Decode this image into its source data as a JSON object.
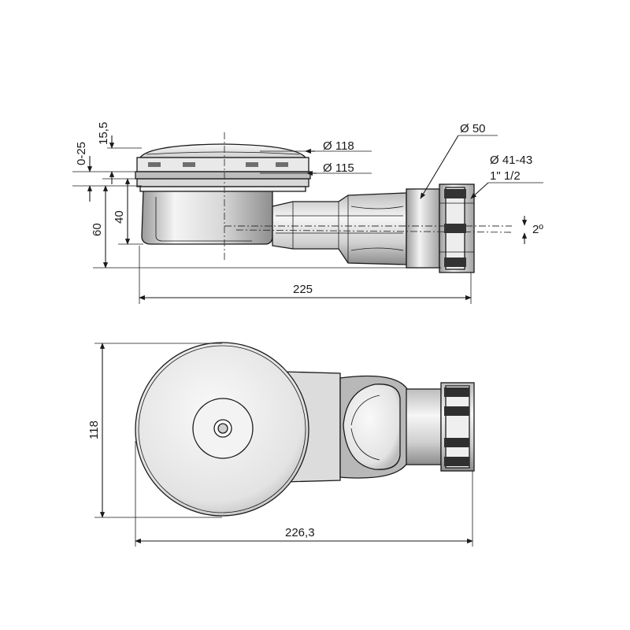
{
  "dimensions": {
    "adjust_range": "0-25",
    "grate_height": "15,5",
    "height_total": "60",
    "height_body": "40",
    "dia_grate": "Ø 118",
    "dia_body": "Ø 115",
    "dia_outlet": "Ø 50",
    "dia_connection": "Ø 41-43",
    "thread": "1\" 1/2",
    "slope": "2º",
    "length_side": "225",
    "length_top": "226,3",
    "width_top": "118"
  },
  "colors": {
    "line": "#1a1a1a",
    "metal_light": "#f2f2f2",
    "metal_mid": "#c8c8c8",
    "metal_dark": "#8a8a8a",
    "plastic": "#5a5a5a"
  }
}
